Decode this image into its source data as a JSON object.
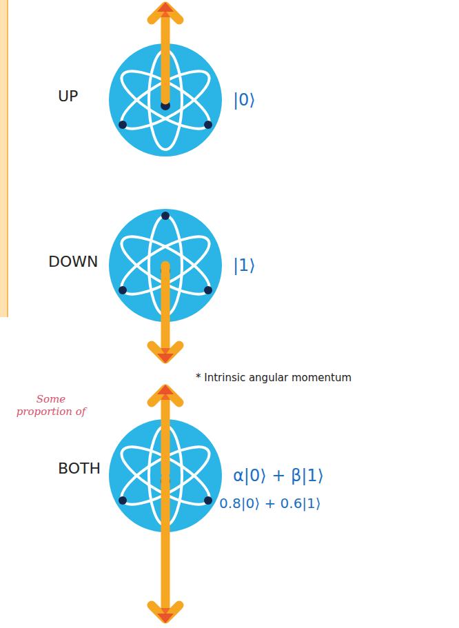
{
  "diagram": {
    "labels": [
      "UP",
      "|0⟩",
      "DOWN",
      "|1⟩",
      "* Intrinsic angular momentum",
      "Some proportion of",
      "BOTH",
      "α|0⟩ + β|1⟩",
      "0.8|0⟩ + 0.6|1⟩"
    ]
  }
}
